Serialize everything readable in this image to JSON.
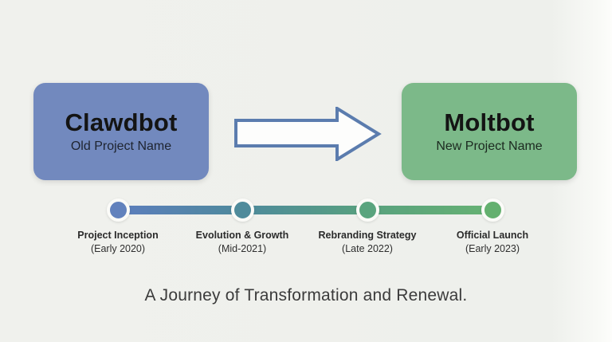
{
  "scene": {
    "caption": "A Journey of Transformation and Renewal."
  },
  "old_project": {
    "name": "Clawdbot",
    "label": "Old Project Name",
    "color": "#7289be"
  },
  "new_project": {
    "name": "Moltbot",
    "label": "New Project Name",
    "color": "#7cb989"
  },
  "arrow": {
    "fill": "#fdfdfc",
    "outline": "#5b7cae"
  },
  "timeline": {
    "bar_gradient": [
      "#5c7dbd",
      "#4e8a9c",
      "#58a17e",
      "#66b273"
    ],
    "milestones": [
      {
        "title": "Project Inception",
        "date": "(Early 2020)",
        "dot_color": "#6282bd"
      },
      {
        "title": "Evolution & Growth",
        "date": "(Mid-2021)",
        "dot_color": "#4f8b9b"
      },
      {
        "title": "Rebranding Strategy",
        "date": "(Late 2022)",
        "dot_color": "#5aa47e"
      },
      {
        "title": "Official Launch",
        "date": "(Early 2023)",
        "dot_color": "#64b06f"
      }
    ]
  }
}
